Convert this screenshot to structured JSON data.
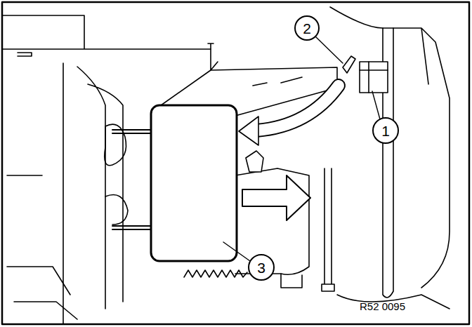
{
  "diagram": {
    "labels": [
      "2",
      "1",
      "3",
      "R52 0095"
    ]
  }
}
